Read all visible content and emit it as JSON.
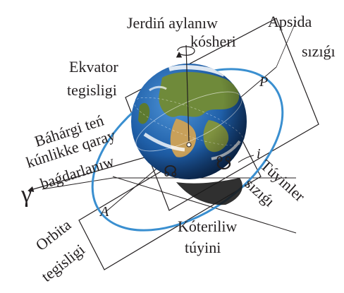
{
  "labels": {
    "rotation_axis_line1": "Jerdiń aylanıw",
    "rotation_axis_line2": "kósheri",
    "apsida_line1": "Apsida",
    "apsida_line2": "sızıǵı",
    "equator_line1": "Ekvator",
    "equator_line2": "tegisligi",
    "vernal_line1": "Báhárgi teń",
    "vernal_line2": "kúnlikke qaray",
    "vernal_line3": "baǵdarlanıw",
    "nodes_line1": "Túyinler",
    "nodes_line2": "sızıǵı",
    "ascending_line1": "Kóteriliw",
    "ascending_line2": "túyini",
    "orbit_line1": "Orbita",
    "orbit_line2": "tegisligi",
    "point_p": "P",
    "point_a": "A",
    "incl_i": "i",
    "vernal_symbol": "γ",
    "ascending_symbol": "☊",
    "descending_symbol": "☋"
  },
  "colors": {
    "line": "#231f20",
    "orbit": "#3a8fd0",
    "ocean": "#1f5fa8",
    "land": "#6f8a3a",
    "desert": "#c8a05a",
    "cloud": "#ffffff"
  }
}
